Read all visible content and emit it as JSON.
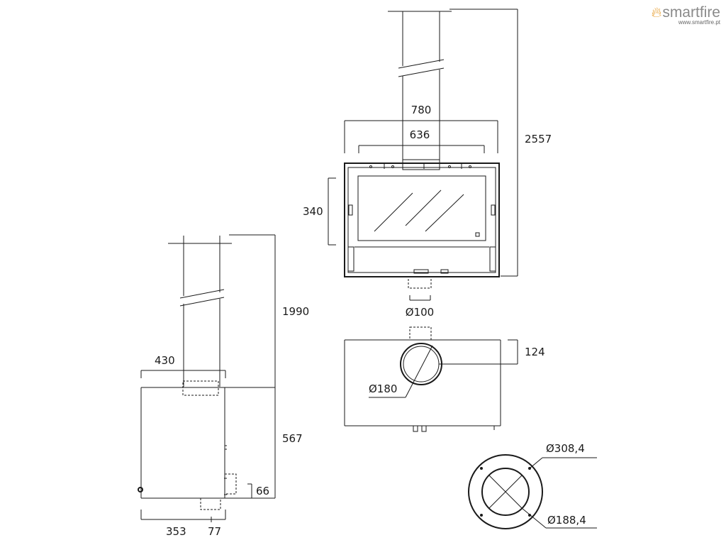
{
  "brand": {
    "name": "smartfire",
    "url": "www.smartfire.pt",
    "accent_color": "#e8a33a"
  },
  "dimensions": {
    "total_height": "2557",
    "outer_width": "780",
    "inner_width": "636",
    "glass_height": "340",
    "flue_diameter": "Ø100",
    "top_offset": "124",
    "collar_diameter": "Ø180",
    "side_total_height": "1990",
    "side_depth": "430",
    "body_height": "567",
    "inlet_height": "66",
    "side_base_depth": "353",
    "side_inlet_depth": "77",
    "outer_ring_diameter": "Ø308,4",
    "inner_ring_diameter": "Ø188,4"
  }
}
